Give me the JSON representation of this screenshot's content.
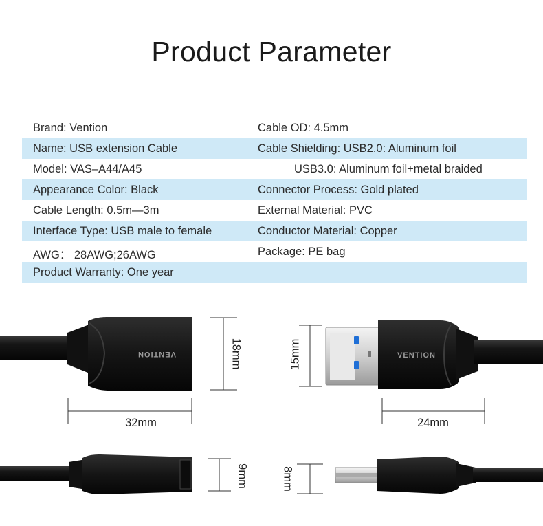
{
  "title": "Product Parameter",
  "params": [
    {
      "left": "Brand: Vention",
      "right": "Cable OD: 4.5mm",
      "shaded": false
    },
    {
      "left": "Name: USB extension Cable",
      "right": "Cable Shielding: USB2.0: Aluminum foil",
      "shaded": true
    },
    {
      "left": "Model: VAS–A44/A45",
      "right": "USB3.0: Aluminum foil+metal braided",
      "shaded": false
    },
    {
      "left": "Appearance Color: Black",
      "right": "Connector Process: Gold plated",
      "shaded": true
    },
    {
      "left": "Cable Length: 0.5m—3m",
      "right": "External Material: PVC",
      "shaded": false
    },
    {
      "left": "Interface Type: USB male to female",
      "right": "Conductor Material: Copper",
      "shaded": true
    },
    {
      "left": "AWG： 28AWG;26AWG",
      "right": "Package: PE bag",
      "shaded": false
    },
    {
      "left": "Product Warranty: One year",
      "right": "",
      "shaded": true
    }
  ],
  "dimensions": {
    "female_height": "18mm",
    "female_length": "32mm",
    "male_height": "15mm",
    "male_length": "24mm",
    "female_thickness": "9mm",
    "male_thickness": "8mm"
  },
  "brand_logo": "VENTION",
  "colors": {
    "row_shade": "#cfe9f7",
    "usb3_blue": "#1f6fd6",
    "connector_black": "#1b1b1b"
  }
}
